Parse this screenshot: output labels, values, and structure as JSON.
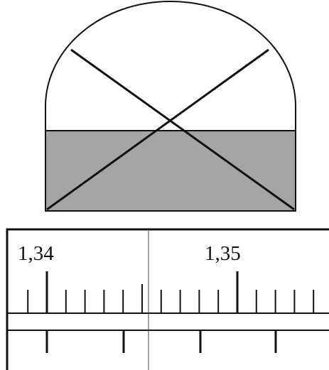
{
  "refractometer": {
    "field_of_view": {
      "lower_half": "shaded",
      "upper_half": "light",
      "crosshair": "X"
    },
    "scale": {
      "labels": [
        "1,34",
        "1,35"
      ],
      "major_values": [
        1.34,
        1.35
      ],
      "minor_step": 0.001,
      "reading_line": "vertical"
    }
  },
  "colors": {
    "ink": "#111111",
    "shaded_field": "#a5a5a5",
    "background": "#ffffff"
  }
}
